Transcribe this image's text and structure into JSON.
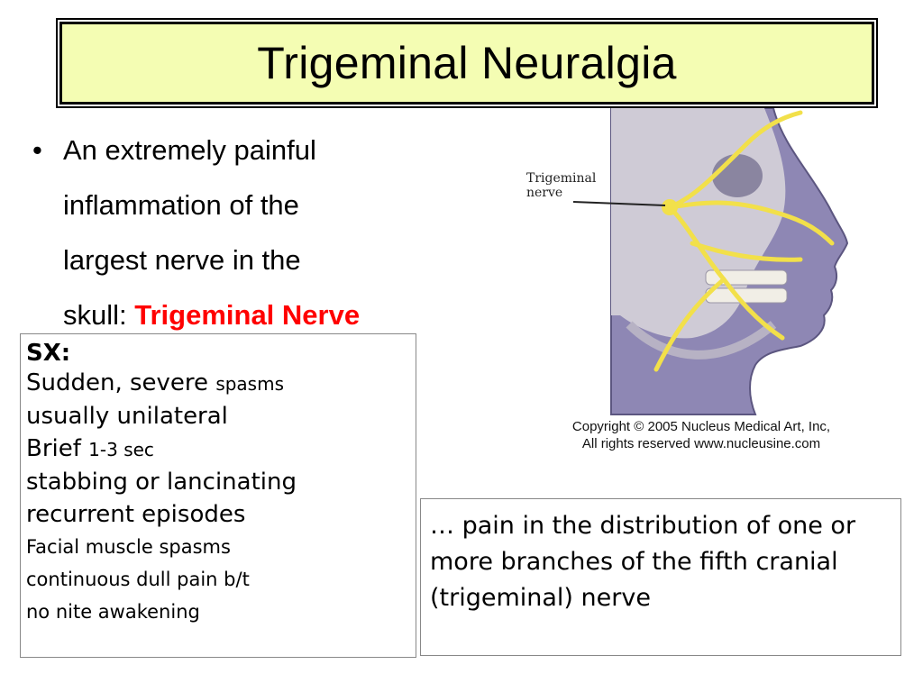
{
  "title": "Trigeminal Neuralgia",
  "bullet": {
    "symbol": "•",
    "lines": [
      "An extremely painful",
      "inflammation of the",
      "largest nerve in the"
    ],
    "last_line_prefix": "skull: ",
    "highlight": "Trigeminal Nerve",
    "highlight_color": "#ff0000"
  },
  "symptoms": {
    "heading": "SX:",
    "rows": [
      {
        "main": "Sudden, severe ",
        "sub": "spasms"
      },
      {
        "main": "usually unilateral",
        "sub": ""
      },
      {
        "main": "Brief ",
        "sub": "1-3 sec"
      },
      {
        "main": "stabbing or lancinating",
        "sub": ""
      },
      {
        "main": "recurrent episodes",
        "sub": ""
      }
    ],
    "small_rows": [
      "Facial muscle spasms",
      "continuous dull pain b/t",
      "no nite awakening"
    ]
  },
  "definition": "… pain in the distribution of one or more branches of the fifth cranial (trigeminal) nerve",
  "figure": {
    "label_line1": "Trigeminal",
    "label_line2": "nerve",
    "copyright_line1": "Copyright © 2005 Nucleus Medical Art, Inc,",
    "copyright_line2": "All rights reserved www.nucleusine.com"
  },
  "colors": {
    "title_bg": "#f4fdb3",
    "face": "#8e87b4",
    "skull": "#cfcbd6",
    "nerve": "#f2e04a"
  }
}
